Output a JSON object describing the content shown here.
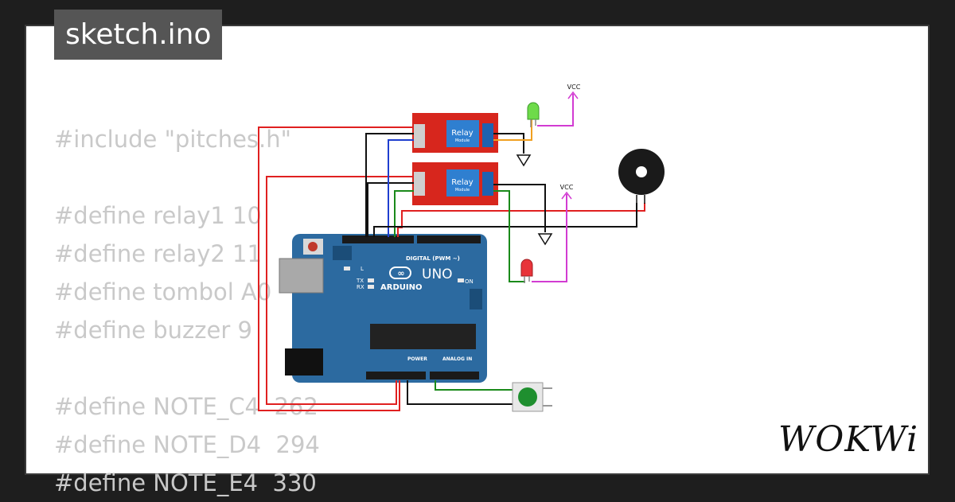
{
  "window": {
    "title": "sketch.ino"
  },
  "code_lines": [
    "#include \"pitches.h\"",
    "",
    "#define relay1 10",
    "#define relay2 11",
    "#define tombol A0",
    "#define buzzer 9",
    "",
    "#define NOTE_C4  262",
    "#define NOTE_D4  294",
    "#define NOTE_E4  330"
  ],
  "circuit": {
    "relay_label": "Relay",
    "relay_sublabel": "Module",
    "vcc_label": "VCC",
    "arduino_brand": "ARDUINO",
    "arduino_model": "UNO",
    "digital_header": "DIGITAL (PWM ~)",
    "power_header": "POWER",
    "analog_header": "ANALOG IN",
    "on_label": "ON",
    "led_labels": [
      "L",
      "TX",
      "RX"
    ]
  },
  "branding": {
    "logo": "WOKWi"
  },
  "colors": {
    "background": "#1e1e1e",
    "card": "#ffffff",
    "code_text": "#c9c9c9",
    "arduino_board": "#2c6aa0",
    "relay_board": "#d7261d",
    "wire_red": "#e02020",
    "wire_black": "#111111",
    "wire_blue": "#1f3fcf",
    "wire_green": "#1a8a1a",
    "wire_orange": "#f0a020",
    "wire_magenta": "#d23cd2"
  }
}
